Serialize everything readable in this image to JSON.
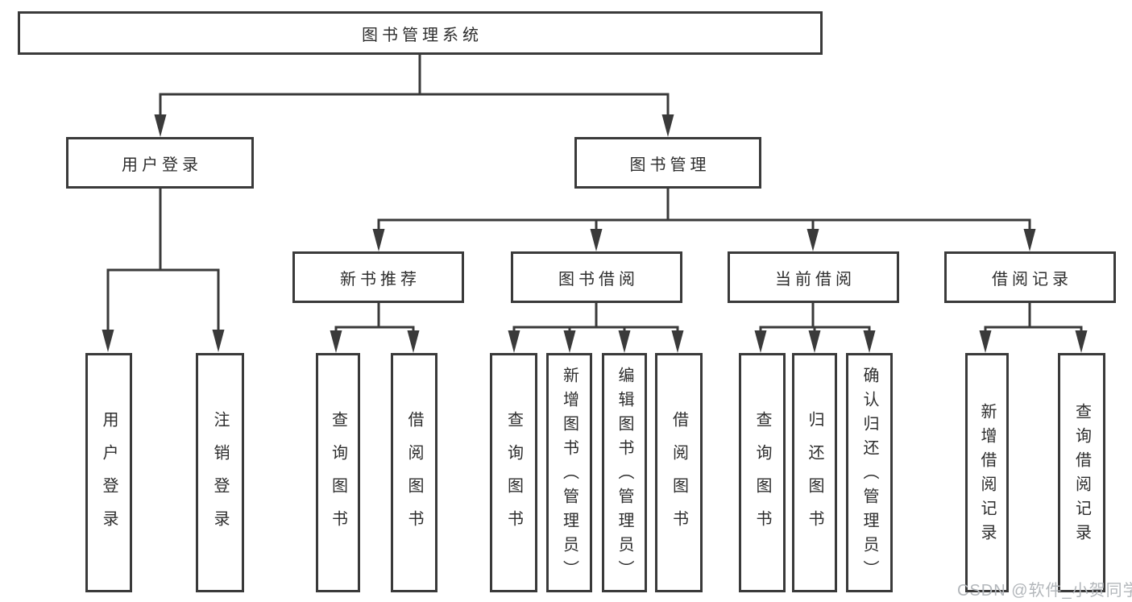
{
  "diagram": {
    "root": {
      "label": "图书管理系统",
      "children": [
        {
          "label": "用户登录",
          "children": [
            {
              "label": "用户登录"
            },
            {
              "label": "注销登录"
            }
          ]
        },
        {
          "label": "图书管理",
          "children": [
            {
              "label": "新书推荐",
              "children": [
                {
                  "label": "查询图书"
                },
                {
                  "label": "借阅图书"
                }
              ]
            },
            {
              "label": "图书借阅",
              "children": [
                {
                  "label": "查询图书"
                },
                {
                  "label": "新增图书（管理员）"
                },
                {
                  "label": "编辑图书（管理员）"
                },
                {
                  "label": "借阅图书"
                }
              ]
            },
            {
              "label": "当前借阅",
              "children": [
                {
                  "label": "查询图书"
                },
                {
                  "label": "归还图书"
                },
                {
                  "label": "确认归还（管理员）"
                }
              ]
            },
            {
              "label": "借阅记录",
              "children": [
                {
                  "label": "新增借阅记录"
                },
                {
                  "label": "查询借阅记录"
                }
              ]
            }
          ]
        }
      ]
    }
  },
  "watermark": {
    "text": "CSDN @软件_小贺同学"
  },
  "colors": {
    "line": "#3a3a3a",
    "text": "#2d2d2d",
    "watermark": "#b3b7bb",
    "background": "#ffffff"
  }
}
